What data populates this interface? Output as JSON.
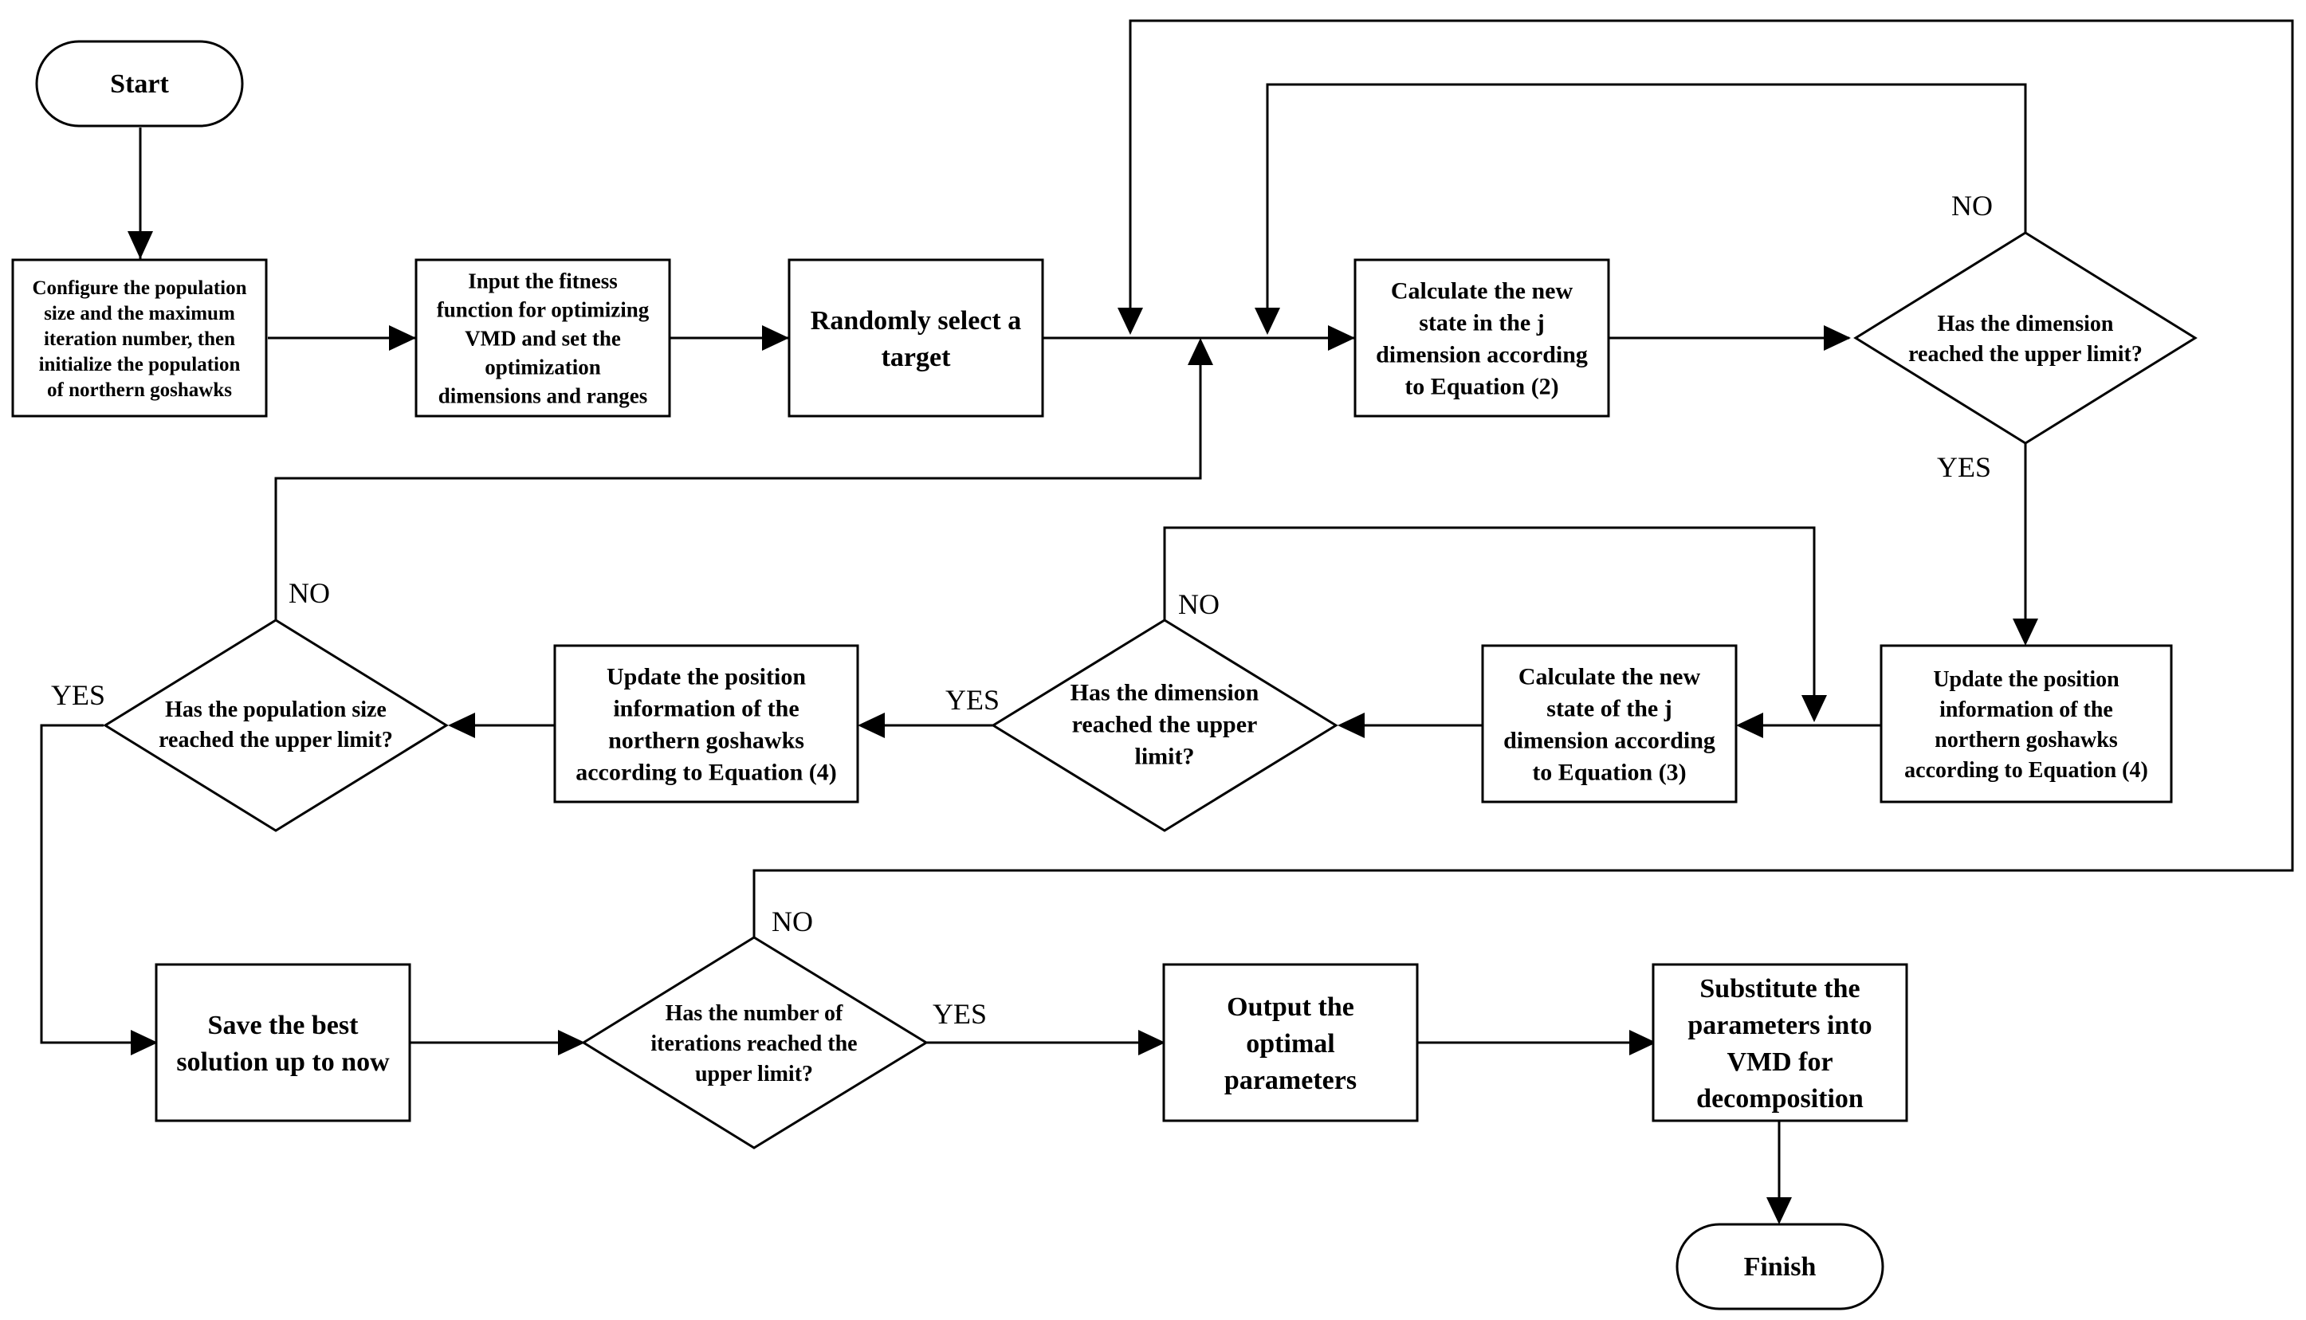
{
  "nodes": {
    "start": "Start",
    "configure": [
      "Configure the population",
      "size and the maximum",
      "iteration number, then",
      "initialize the population",
      "of northern goshawks"
    ],
    "input_fitness": [
      "Input the fitness",
      "function for optimizing",
      "VMD and set the",
      "optimization",
      "dimensions and ranges"
    ],
    "random_target": [
      "Randomly select a",
      "target"
    ],
    "calc_eq2": [
      "Calculate the new",
      "state in the j",
      "dimension according",
      "to Equation (2)"
    ],
    "dim_limit_1": [
      "Has the dimension",
      "reached the upper limit?"
    ],
    "update_pos_right": [
      "Update the position",
      "information of the",
      "northern goshawks",
      "according to Equation (4)"
    ],
    "calc_eq3": [
      "Calculate the new",
      "state of the j",
      "dimension according",
      "to Equation (3)"
    ],
    "dim_limit_2": [
      "Has the dimension",
      "reached the upper",
      "limit?"
    ],
    "update_pos_mid": [
      "Update the position",
      "information of the",
      "northern goshawks",
      "according to Equation (4)"
    ],
    "pop_limit": [
      "Has the population size",
      "reached the upper limit?"
    ],
    "save_best": [
      "Save the best",
      "solution up to now"
    ],
    "iter_limit": [
      "Has the number of",
      "iterations reached the",
      "upper limit?"
    ],
    "output_params": [
      "Output the",
      "optimal",
      "parameters"
    ],
    "substitute": [
      "Substitute the",
      "parameters into",
      "VMD for",
      "decomposition"
    ],
    "finish": "Finish"
  },
  "labels": {
    "no": "NO",
    "yes": "YES"
  }
}
